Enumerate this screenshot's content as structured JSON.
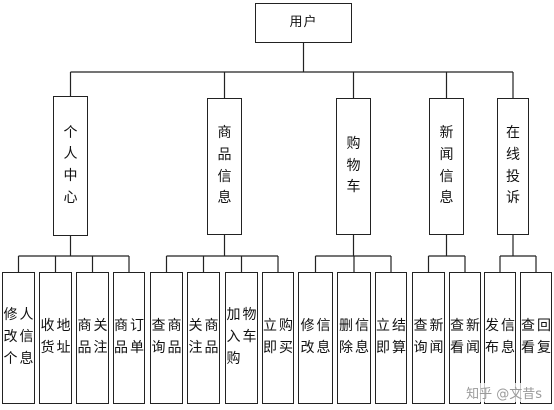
{
  "root": {
    "label": "用户"
  },
  "modules": [
    {
      "label": "个人中心",
      "children": [
        "修改个人信息",
        "收货地址",
        "商品关注",
        "商品订单"
      ]
    },
    {
      "label": "商品信息",
      "children": [
        "查询商品",
        "关注商品",
        "加入购物车",
        "立即购买"
      ]
    },
    {
      "label": "购物车",
      "children": [
        "修改信息",
        "删除信息",
        "立即结算"
      ]
    },
    {
      "label": "新闻信息",
      "children": [
        "查询新闻",
        "查看新闻"
      ]
    },
    {
      "label": "在线投诉",
      "children": [
        "发布信息",
        "查看回复"
      ]
    }
  ],
  "watermark": "知乎 @文昔s",
  "colors": {
    "line": "#222222",
    "text": "#111111",
    "watermark": "#9a9a9a"
  }
}
